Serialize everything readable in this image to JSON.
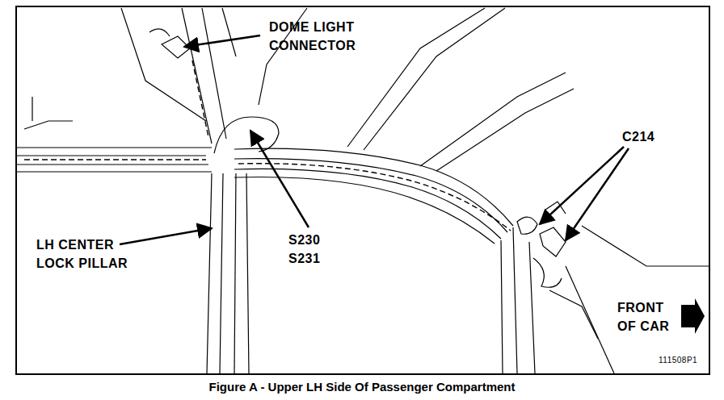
{
  "diagram": {
    "caption": "Figure A - Upper LH Side Of Passenger Compartment",
    "labels": [
      "DOME LIGHT CONNECTOR",
      "C214",
      "S230",
      "S231",
      "LH CENTER LOCK PILLAR",
      "FRONT OF CAR",
      "111508P1"
    ]
  }
}
